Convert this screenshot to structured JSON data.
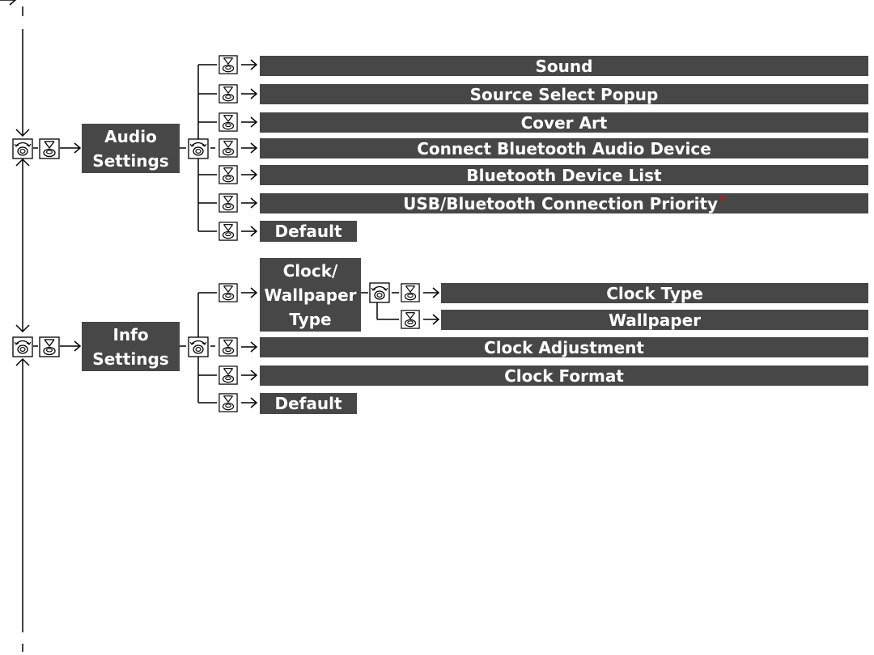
{
  "colors": {
    "bar": "#474747",
    "text": "#ffffff",
    "line": "#000000",
    "asterisk": "#e60012"
  },
  "icons": {
    "rotate": "rotate-selector-icon",
    "press": "press-selector-icon",
    "arrow": "right-arrow-icon"
  },
  "audio": {
    "title_line1": "Audio",
    "title_line2": "Settings",
    "items": [
      {
        "label": "Sound"
      },
      {
        "label": "Source Select Popup"
      },
      {
        "label": "Cover Art"
      },
      {
        "label": "Connect Bluetooth Audio Device"
      },
      {
        "label": "Bluetooth Device List"
      },
      {
        "label": "USB/Bluetooth Connection Priority",
        "mark": "*"
      },
      {
        "label": "Default"
      }
    ]
  },
  "info": {
    "title_line1": "Info",
    "title_line2": "Settings",
    "clock": {
      "line1": "Clock/",
      "line2": "Wallpaper",
      "line3": "Type",
      "children": [
        {
          "label": "Clock Type"
        },
        {
          "label": "Wallpaper"
        }
      ]
    },
    "items": [
      {
        "label": "Clock Adjustment"
      },
      {
        "label": "Clock Format"
      },
      {
        "label": "Default"
      }
    ]
  }
}
